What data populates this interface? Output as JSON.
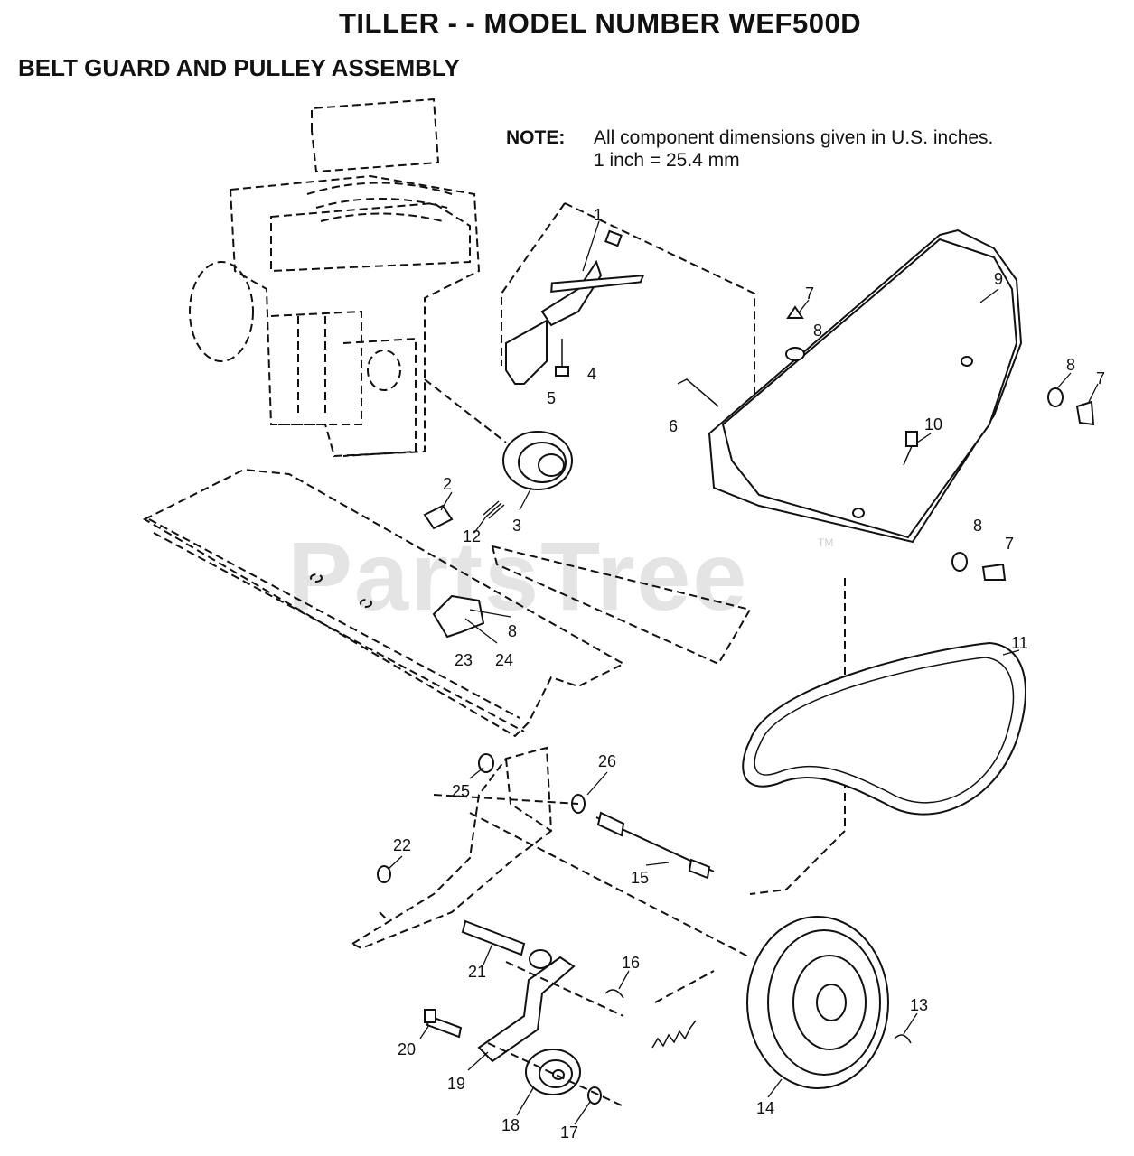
{
  "title": "TILLER - - MODEL NUMBER WEF500D",
  "subtitle": "BELT GUARD AND PULLEY ASSEMBLY",
  "note": {
    "label": "NOTE:",
    "line1": "All component dimensions given in U.S. inches.",
    "line2": "1 inch = 25.4 mm"
  },
  "watermark": "PartsTree",
  "watermark_tm": "TM",
  "callouts": [
    "1",
    "4",
    "5",
    "7",
    "8",
    "9",
    "8",
    "7",
    "6",
    "10",
    "2",
    "12",
    "3",
    "8",
    "7",
    "8",
    "24",
    "23",
    "11",
    "26",
    "25",
    "22",
    "15",
    "21",
    "16",
    "20",
    "19",
    "18",
    "17",
    "14",
    "13"
  ]
}
